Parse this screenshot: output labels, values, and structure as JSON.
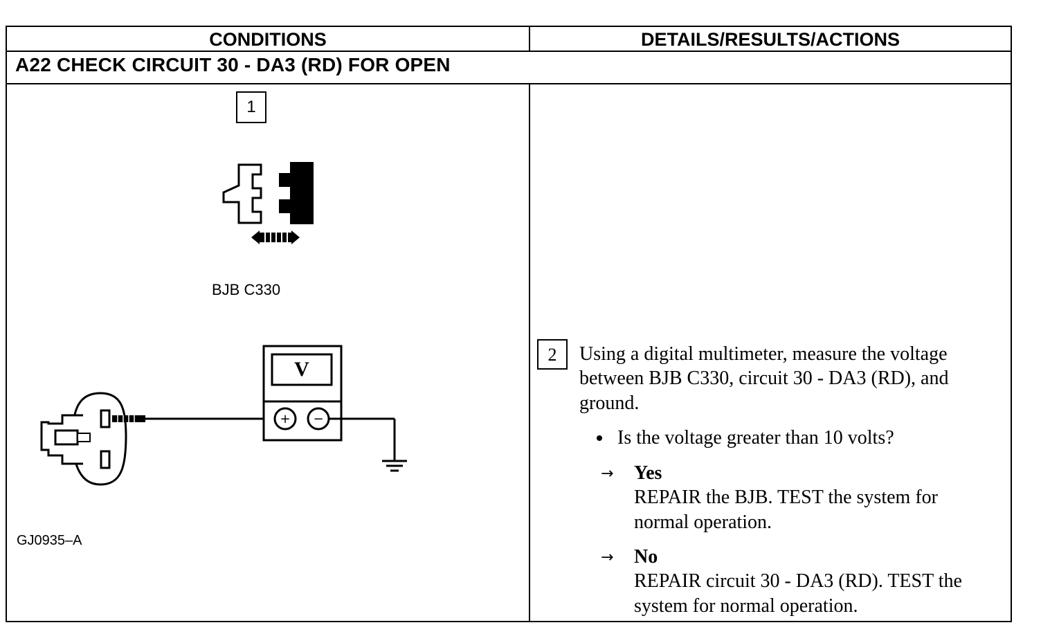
{
  "header": {
    "conditions": "CONDITIONS",
    "details": "DETAILS/RESULTS/ACTIONS"
  },
  "section_title": "A22 CHECK CIRCUIT 30 - DA3 (RD) FOR OPEN",
  "step1": {
    "number": "1",
    "connector_label": "BJB C330"
  },
  "meter": {
    "display": "V",
    "plus": "+",
    "minus": "−"
  },
  "figure_id": "GJ0935–A",
  "step2": {
    "number": "2",
    "instruction_lines": [
      "Using a digital multimeter, measure the voltage",
      "between BJB C330, circuit 30 - DA3 (RD), and",
      "ground."
    ],
    "question": "Is the voltage greater than 10 volts?",
    "yes": {
      "arrow": "→",
      "label": "Yes",
      "lines": [
        "REPAIR the BJB. TEST the system for",
        "normal operation."
      ]
    },
    "no": {
      "arrow": "→",
      "label": "No",
      "lines": [
        "REPAIR circuit 30 - DA3 (RD). TEST the",
        "system for normal operation."
      ]
    }
  }
}
